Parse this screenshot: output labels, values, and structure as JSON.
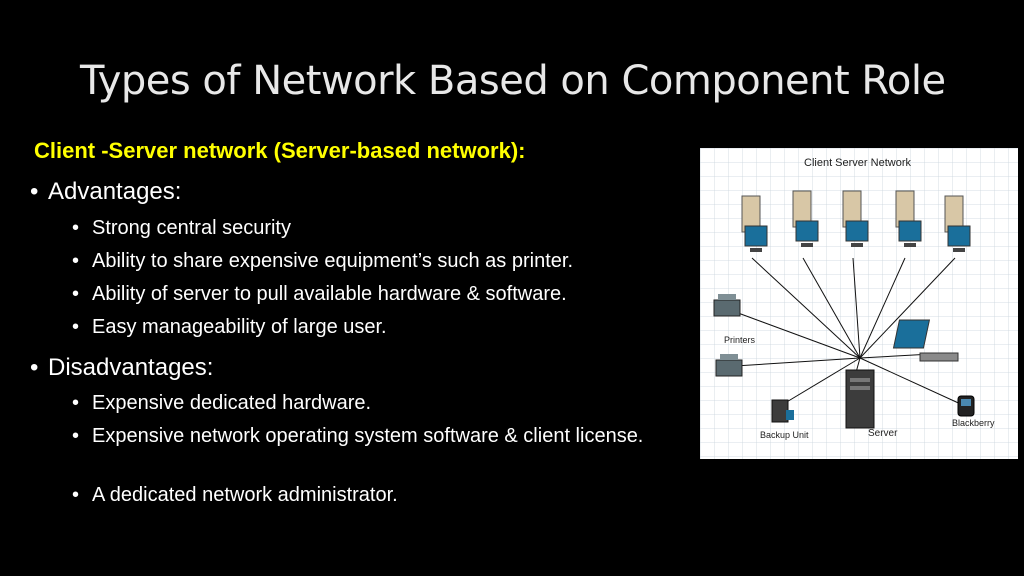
{
  "slide": {
    "title": "Types of Network Based on Component Role",
    "subheading": "Client -Server network (Server-based network):",
    "advantages_label": "Advantages:",
    "advantages": [
      "Strong central security",
      "Ability to share expensive equipment’s such as printer.",
      "Ability of server to pull available hardware & software.",
      "Easy manageability of large user."
    ],
    "disadvantages_label": "Disadvantages:",
    "disadvantages": [
      "Expensive dedicated hardware.",
      "Expensive network operating system software & client license.",
      "A dedicated network administrator."
    ],
    "bullet_glyph": "•"
  },
  "diagram": {
    "title": "Client Server Network",
    "labels": {
      "printers": "Printers",
      "backup": "Backup Unit",
      "server": "Server",
      "blackberry": "Blackberry"
    }
  }
}
